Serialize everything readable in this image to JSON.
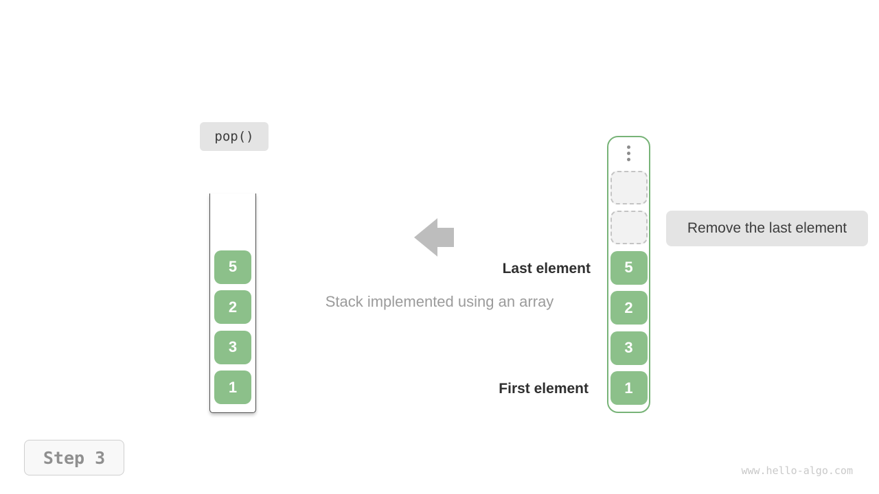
{
  "colors": {
    "cell_green": "#8cc08a",
    "container_green": "#77b377",
    "badge_bg": "#e4e4e4",
    "arrow_gray": "#bdbdbd",
    "dark_text": "#3c3c3c",
    "muted_text": "#9b9b9b"
  },
  "operation": {
    "label": "pop()"
  },
  "step": {
    "label": "Step 3"
  },
  "caption": {
    "text": "Stack implemented using an array"
  },
  "labels": {
    "last_element": "Last element",
    "first_element": "First element",
    "remove_note": "Remove the last element"
  },
  "stack_left": {
    "values": [
      "5",
      "2",
      "3",
      "1"
    ]
  },
  "array_right": {
    "empty_slots": 2,
    "values": [
      "5",
      "2",
      "3",
      "1"
    ]
  },
  "footer": {
    "watermark": "www.hello-algo.com"
  }
}
